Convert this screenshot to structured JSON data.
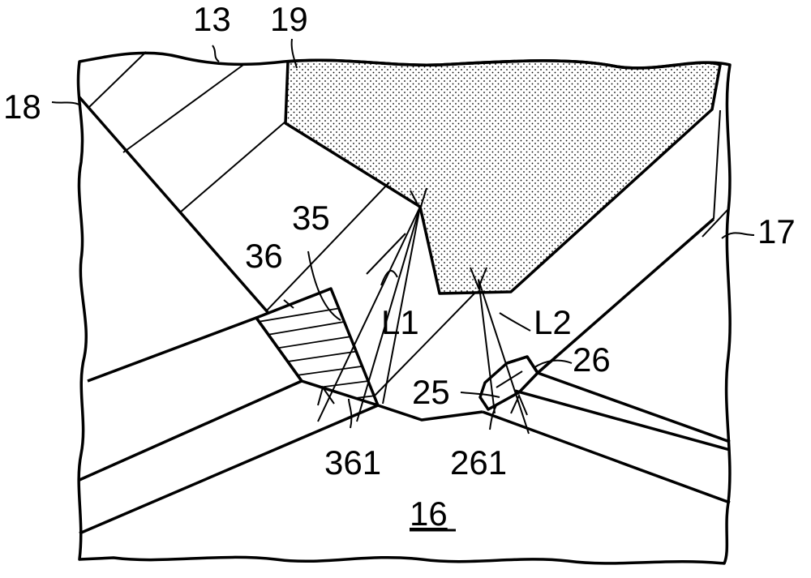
{
  "figure": {
    "labels": {
      "l13": "13",
      "l19": "19",
      "l18": "18",
      "l17": "17",
      "l35": "35",
      "l36": "36",
      "lL1": "L1",
      "lL2": "L2",
      "l26": "26",
      "l25": "25",
      "l361": "361",
      "l261": "261",
      "l16": "16"
    }
  }
}
